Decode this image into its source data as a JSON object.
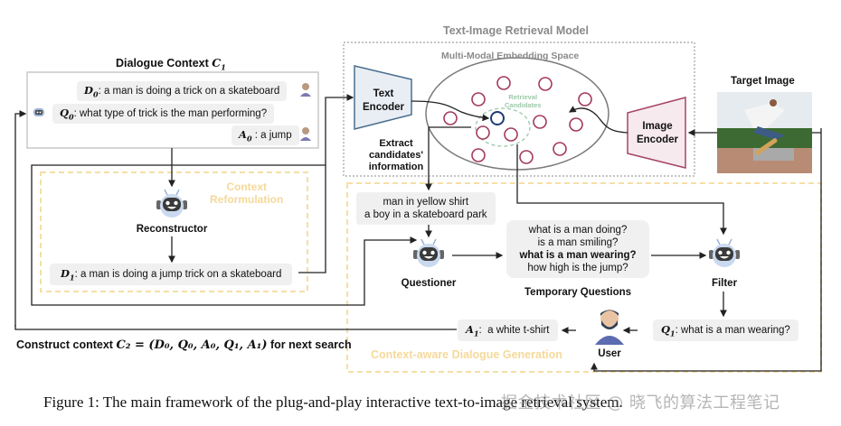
{
  "diagram": {
    "retrieval_model_title": "Text-Image Retrieval Model",
    "embedding_space_title": "Multi-Modal Embedding Space",
    "retrieval_candidates_label": [
      "Retrieval",
      "Candidates"
    ],
    "text_encoder_label": [
      "Text",
      "Encoder"
    ],
    "image_encoder_label": [
      "Image",
      "Encoder"
    ],
    "extract_label": [
      "Extract",
      "candidates'",
      "information"
    ],
    "target_image_title": "Target Image",
    "dialogue_context_title": "Dialogue Context",
    "dialogue_context_symbol": "C",
    "dialogue_context_sub": "1",
    "dialogue": [
      {
        "speaker": "user",
        "sym": "D",
        "sub": "0",
        "text": "a man is doing a trick on a skateboard"
      },
      {
        "speaker": "bot",
        "sym": "Q",
        "sub": "0",
        "text": "what type of trick is the man performing?"
      },
      {
        "speaker": "user",
        "sym": "A",
        "sub": "0",
        "text": "a jump"
      }
    ],
    "context_reformulation_label": [
      "Context",
      "Reformulation"
    ],
    "reconstructor_label": "Reconstructor",
    "d1": {
      "sym": "D",
      "sub": "1",
      "text": "a man is doing a jump trick on a skateboard"
    },
    "construct_context": {
      "prefix": "Construct context",
      "formula": "C₂ = (D₀, Q₀, A₀, Q₁, A₁)",
      "suffix": "for next search"
    },
    "candidate_info": [
      "man in yellow shirt",
      "a boy in a skateboard park"
    ],
    "questioner_label": "Questioner",
    "temporary_questions": [
      {
        "text": "what is a man doing?",
        "bold": false
      },
      {
        "text": "is a man smiling?",
        "bold": false
      },
      {
        "text": "what is a man wearing?",
        "bold": true
      },
      {
        "text": "how high is the jump?",
        "bold": false
      }
    ],
    "temporary_questions_label": "Temporary Questions",
    "filter_label": "Filter",
    "q1": {
      "sym": "Q",
      "sub": "1",
      "text": "what is a man wearing?"
    },
    "user_label": "User",
    "a1": {
      "sym": "A",
      "sub": "1",
      "text": "a white t-shirt"
    },
    "dialogue_generation_label": "Context-aware Dialogue Generation"
  },
  "caption": "Figure 1: The main framework of the plug-and-play interactive text-to-image retrieval system.",
  "watermark": "掘金技术社区 @ 晓飞的算法工程笔记",
  "colors": {
    "text_encoder": "#4a6f8f",
    "text_encoder_fill": "#e9eef4",
    "image_encoder": "#a64466",
    "image_encoder_fill": "#f6eaef",
    "embedding_point": "#a33a5e",
    "query_point": "#1f3a7a",
    "candidates_ring": "#9cc8a8",
    "orange_dash": "#f6dfa6",
    "orange_label": "#f5d99a"
  }
}
